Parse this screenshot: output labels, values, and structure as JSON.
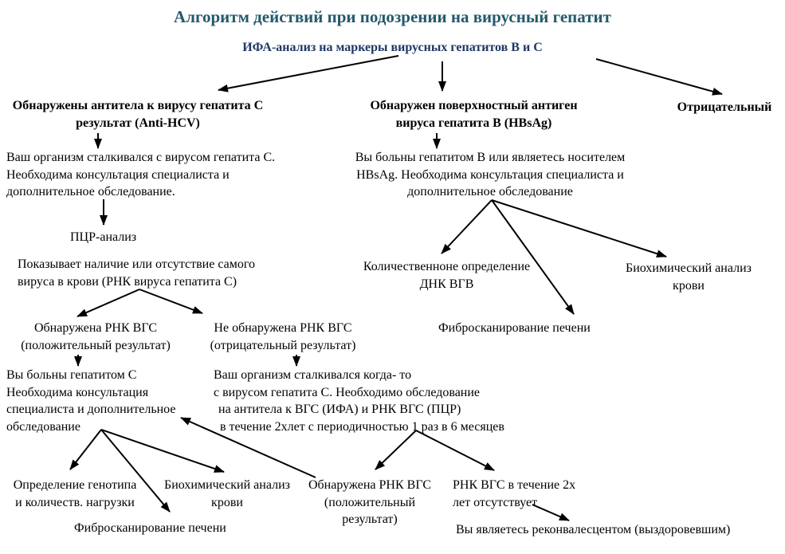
{
  "title": "Алгоритм действий при подозрении на вирусный гепатит",
  "colors": {
    "title_text": "#24596c",
    "root_node_text": "#1f3864",
    "body_text": "#000000",
    "arrows": "#000000",
    "background": "#ffffff"
  },
  "nodes": {
    "root": "ИФА-анализ на маркеры вирусных гепатитов В и С",
    "hcv_header": [
      "Обнаружены антитела к вирусу гепатита С",
      "результат  (Anti-HCV)"
    ],
    "hbv_header": [
      "Обнаружен поверхностный антиген",
      "вируса гепатита В (HBsAg)"
    ],
    "negative_header": "Отрицательный",
    "hcv_desc": [
      "Ваш организм сталкивался с вирусом гепатита С.",
      "Необходима консультация специалиста и",
      "дополнительное обследование."
    ],
    "hbv_desc": [
      "Вы больны гепатитом В или являетесь носителем",
      "HBsAg. Необходима консультация  специалиста и",
      "дополнительное обследование"
    ],
    "pcr": "ПЦР-анализ",
    "pcr_desc": [
      "Показывает наличие или отсутствие самого",
      "вируса в крови (РНК вируса гепатита С)"
    ],
    "hbv_dna": [
      "Количественноне определение",
      "ДНК ВГВ"
    ],
    "hbv_biochem": [
      "Биохимический анализ",
      "крови"
    ],
    "hbv_fibroscan": "Фибросканирование печени",
    "rna_positive": [
      "Обнаружена РНК ВГС",
      "(положительный результат)"
    ],
    "rna_negative": [
      "Не обнаружена РНК ВГС",
      "(отрицательный результат)"
    ],
    "hcv_positive_desc": [
      "Вы больны гепатитом С",
      "Необходима консультация",
      "специалиста и дополнительное",
      "обследование"
    ],
    "hcv_negative_desc": [
      "Ваш организм сталкивался когда- то",
      "с вирусом гепатита С. Необходимо обследование",
      "на антитела к ВГС (ИФА) и РНК ВГС (ПЦР)",
      "в течение 2хлет с периодичностью 1 раз в 6 месяцев"
    ],
    "genotype": [
      "Определение генотипа",
      "и количеств. нагрузки"
    ],
    "hcv_biochem": [
      "Биохимический анализ",
      "крови"
    ],
    "hcv_fibroscan": "Фибросканирование печени",
    "followup_positive": [
      "Обнаружена РНК ВГС",
      "(положительный результат)"
    ],
    "followup_negative": [
      "РНК ВГС в течение 2х",
      "лет отсутствует"
    ],
    "recovered": "Вы являетесь реконвалесцентом (выздоровевшим)"
  },
  "edges": [
    {
      "from": "root",
      "to": "hcv_header"
    },
    {
      "from": "root",
      "to": "hbv_header"
    },
    {
      "from": "root",
      "to": "negative_header"
    },
    {
      "from": "hcv_header",
      "to": "hcv_desc"
    },
    {
      "from": "hcv_desc",
      "to": "pcr"
    },
    {
      "from": "pcr_desc",
      "to": "rna_positive"
    },
    {
      "from": "pcr_desc",
      "to": "rna_negative"
    },
    {
      "from": "hbv_header",
      "to": "hbv_desc"
    },
    {
      "from": "hbv_desc",
      "to": "hbv_dna"
    },
    {
      "from": "hbv_desc",
      "to": "hbv_biochem"
    },
    {
      "from": "hbv_desc",
      "to": "hbv_fibroscan"
    },
    {
      "from": "rna_positive",
      "to": "hcv_positive_desc"
    },
    {
      "from": "rna_negative",
      "to": "hcv_negative_desc"
    },
    {
      "from": "hcv_positive_desc",
      "to": "genotype"
    },
    {
      "from": "hcv_positive_desc",
      "to": "hcv_biochem"
    },
    {
      "from": "hcv_positive_desc",
      "to": "hcv_fibroscan"
    },
    {
      "from": "hcv_negative_desc",
      "to": "followup_positive"
    },
    {
      "from": "hcv_negative_desc",
      "to": "followup_negative"
    },
    {
      "from": "followup_positive",
      "to": "hcv_positive_desc"
    },
    {
      "from": "followup_negative",
      "to": "recovered"
    }
  ]
}
